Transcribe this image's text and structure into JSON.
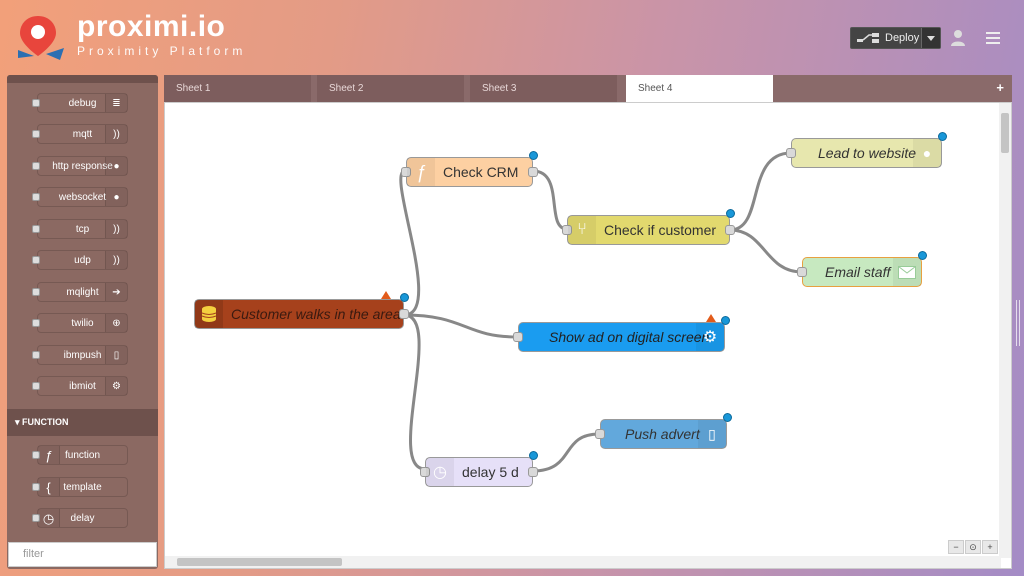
{
  "brand": {
    "name": "proximi.io",
    "subtitle": "Proximity Platform"
  },
  "header": {
    "deploy_label": "Deploy"
  },
  "palette": {
    "nodes": [
      {
        "label": "debug",
        "color": "#87a980"
      },
      {
        "label": "mqtt",
        "color": "#d8bfd8"
      },
      {
        "label": "http response",
        "color": "#e7e7ae"
      },
      {
        "label": "websocket",
        "color": "#d7d7a0"
      },
      {
        "label": "tcp",
        "color": "#c0c0c0"
      },
      {
        "label": "udp",
        "color": "#c0c0c0"
      },
      {
        "label": "mqlight",
        "color": "#5a9bd3"
      },
      {
        "label": "twilio",
        "color": "#f0475a"
      },
      {
        "label": "ibmpush",
        "color": "#62a8dc"
      },
      {
        "label": "ibmiot",
        "color": "#1a9cf0"
      }
    ],
    "category": "FUNCTION",
    "function_nodes": [
      {
        "label": "function",
        "color": "#fdd0a2"
      },
      {
        "label": "template",
        "color": "#f0b76d"
      },
      {
        "label": "delay",
        "color": "#e6e0f8"
      }
    ],
    "filter_placeholder": "filter"
  },
  "tabs": [
    "Sheet 1",
    "Sheet 2",
    "Sheet 3",
    "Sheet 4"
  ],
  "active_tab": "Sheet 4",
  "flow": {
    "nodes": {
      "customer": {
        "label": "Customer walks in the area",
        "color": "#a6411c"
      },
      "check_crm": {
        "label": "Check CRM",
        "color": "#fdd0a2"
      },
      "check_customer": {
        "label": "Check if customer",
        "color": "#e2d96e"
      },
      "lead": {
        "label": "Lead to website",
        "color": "#e7e7ae"
      },
      "email": {
        "label": "Email staff",
        "color": "#c7e9c0"
      },
      "showad": {
        "label": "Show ad on digital screen",
        "color": "#1a9cf0"
      },
      "delay": {
        "label": "delay 5 d",
        "color": "#e6e0f8"
      },
      "push": {
        "label": "Push advert",
        "color": "#62a8dc"
      }
    }
  },
  "icons": [
    "proximi-pin-logo",
    "deploy-icon",
    "user-icon",
    "menu-icon",
    "plus-icon",
    "zoom-out-icon",
    "zoom-reset-icon",
    "zoom-in-icon"
  ]
}
